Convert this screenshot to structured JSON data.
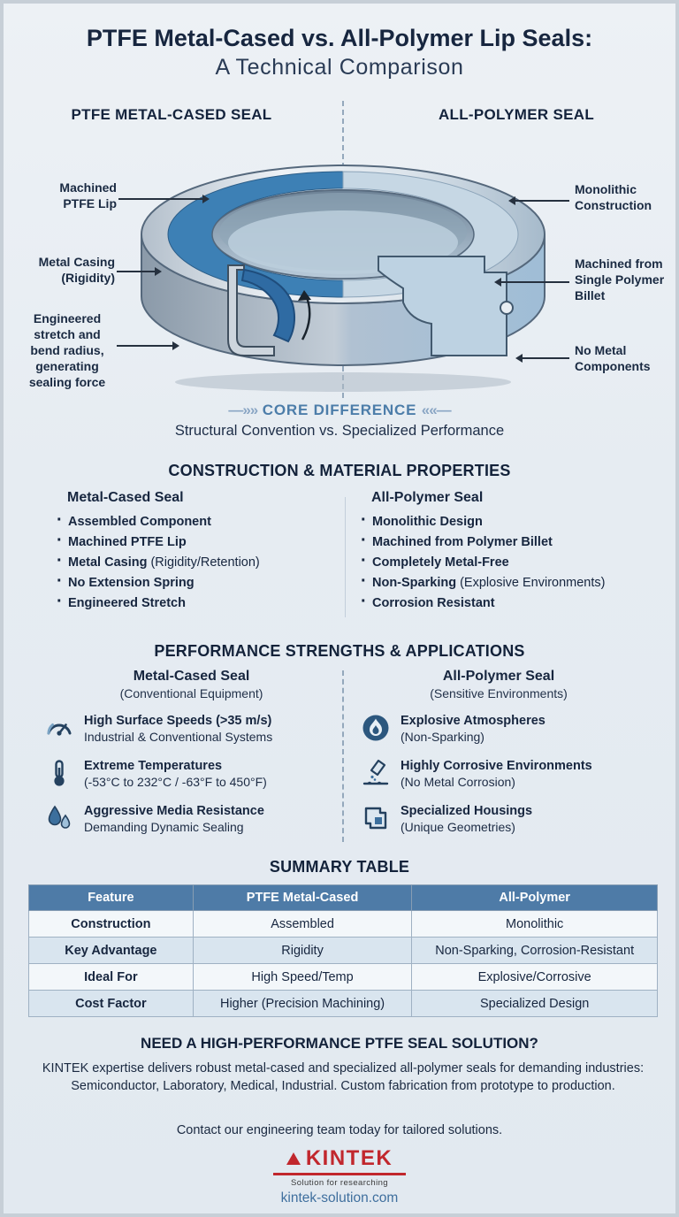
{
  "header": {
    "title": "PTFE Metal-Cased vs. All-Polymer Lip Seals:",
    "subtitle": "A Technical Comparison"
  },
  "diagram": {
    "left_heading": "PTFE METAL-CASED SEAL",
    "right_heading": "ALL-POLYMER SEAL",
    "left_labels": [
      {
        "text": "Machined PTFE Lip"
      },
      {
        "text": "Metal Casing (Rigidity)"
      },
      {
        "text": "Engineered stretch and bend radius, generating sealing force"
      }
    ],
    "right_labels": [
      {
        "text": "Monolithic Construction"
      },
      {
        "text": "Machined from Single Polymer Billet"
      },
      {
        "text": "No Metal Components"
      }
    ],
    "core": {
      "marker_left": "—»»",
      "label": "CORE DIFFERENCE",
      "marker_right": "««—",
      "text": "Structural Convention vs. Specialized Performance"
    }
  },
  "construction": {
    "heading": "CONSTRUCTION & MATERIAL PROPERTIES",
    "left": {
      "title": "Metal-Cased Seal",
      "items": [
        {
          "strong": "Assembled Component",
          "note": ""
        },
        {
          "strong": "Machined PTFE Lip",
          "note": ""
        },
        {
          "strong": "Metal Casing",
          "note": " (Rigidity/Retention)"
        },
        {
          "strong": "No Extension Spring",
          "note": ""
        },
        {
          "strong": "Engineered Stretch",
          "note": ""
        }
      ]
    },
    "right": {
      "title": "All-Polymer Seal",
      "items": [
        {
          "strong": "Monolithic Design",
          "note": ""
        },
        {
          "strong": "Machined from Polymer Billet",
          "note": ""
        },
        {
          "strong": "Completely Metal-Free",
          "note": ""
        },
        {
          "strong": "Non-Sparking",
          "note": " (Explosive Environments)"
        },
        {
          "strong": "Corrosion Resistant",
          "note": ""
        }
      ]
    }
  },
  "performance": {
    "heading": "PERFORMANCE STRENGTHS & APPLICATIONS",
    "left": {
      "title": "Metal-Cased Seal",
      "subtitle": "(Conventional Equipment)",
      "items": [
        {
          "icon": "gauge-icon",
          "title": "High Surface Speeds (>35 m/s)",
          "desc": "Industrial & Conventional Systems"
        },
        {
          "icon": "thermometer-icon",
          "title": "Extreme Temperatures",
          "desc": "(-53°C to 232°C / -63°F to 450°F)"
        },
        {
          "icon": "droplets-icon",
          "title": "Aggressive Media Resistance",
          "desc": "Demanding Dynamic Sealing"
        }
      ]
    },
    "right": {
      "title": "All-Polymer Seal",
      "subtitle": "(Sensitive Environments)",
      "items": [
        {
          "icon": "flame-icon",
          "title": "Explosive Atmospheres",
          "desc": "(Non-Sparking)"
        },
        {
          "icon": "corrosion-icon",
          "title": "Highly Corrosive Environments",
          "desc": "(No Metal Corrosion)"
        },
        {
          "icon": "housing-icon",
          "title": "Specialized Housings",
          "desc": "(Unique Geometries)"
        }
      ]
    }
  },
  "table": {
    "heading": "SUMMARY TABLE",
    "columns": [
      "Feature",
      "PTFE Metal-Cased",
      "All-Polymer"
    ],
    "rows": [
      [
        "Construction",
        "Assembled",
        "Monolithic"
      ],
      [
        "Key Advantage",
        "Rigidity",
        "Non-Sparking, Corrosion-Resistant"
      ],
      [
        "Ideal For",
        "High Speed/Temp",
        "Explosive/Corrosive"
      ],
      [
        "Cost Factor",
        "Higher (Precision Machining)",
        "Specialized Design"
      ]
    ]
  },
  "cta": {
    "heading": "NEED A HIGH-PERFORMANCE PTFE SEAL SOLUTION?",
    "body": "KINTEK expertise delivers robust metal-cased and specialized all-polymer seals for demanding industries: Semiconductor, Laboratory, Medical, Industrial. Custom fabrication from prototype to production.",
    "contact": "Contact our engineering team today for tailored solutions."
  },
  "footer": {
    "brand": "KINTEK",
    "tagline": "Solution for researching",
    "website": "kintek-solution.com"
  },
  "colors": {
    "accent_blue": "#4c7da9",
    "table_header_blue": "#4e7ba7",
    "ptfe_lip_blue": "#2f6ba3",
    "polymer_light_blue": "#bdd2e2",
    "brand_red": "#c1272d",
    "text_dark": "#17263f",
    "background": "#e6ecf2"
  }
}
